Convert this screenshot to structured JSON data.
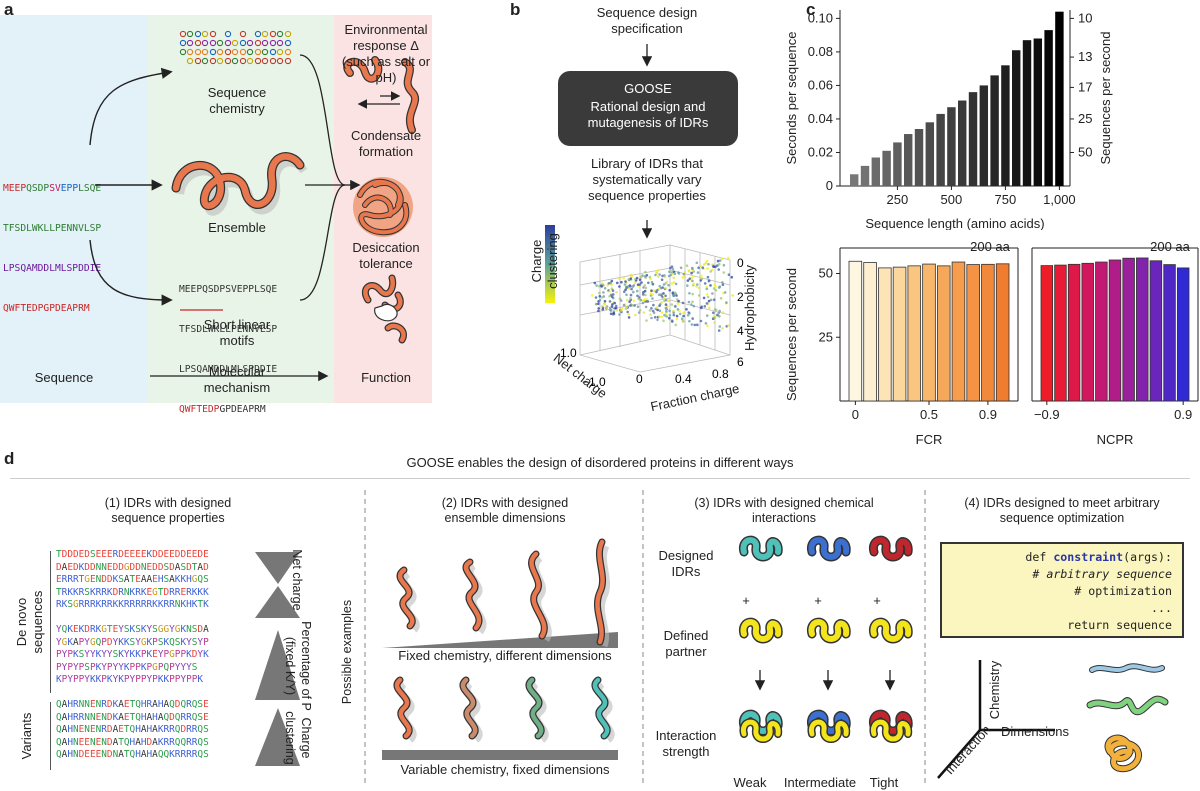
{
  "panel_labels": {
    "a": "a",
    "b": "b",
    "c": "c",
    "d": "d"
  },
  "panel_a": {
    "sequence_lines": [
      [
        "MEEP",
        "QSDP",
        "SV",
        "EPP",
        "LSQE"
      ],
      [
        "TFSDLWKLLPENNVLSP"
      ],
      [
        "LPSQAMDDLMLSPDDIE"
      ],
      [
        "QWFTEDPGPDEAPRM"
      ]
    ],
    "seq_plain": [
      "MEEPQSDPSVEPPLSQE",
      "TFSDLWKLLPENNVLSP",
      "LPSQAMDDLMLSPDDIE",
      "QWFTEDPGPDEAPRM"
    ],
    "sequence_chemistry": "Sequence chemistry",
    "ensemble": "Ensemble",
    "motif_seq": [
      "MEEPQSDPSVEPPLSQE",
      "TFSDLWKLLPENNVLSP",
      "LPSQAMDDLMLSPDDIE"
    ],
    "motif_last_underlined": "QWFTEDP",
    "motif_last_rest": "GPDEAPRM",
    "short_linear_motifs": "Short linear motifs",
    "environmental_response": "Environmental response Δ (such as salt or pH)",
    "condensate_formation": "Condensate formation",
    "desiccation_tolerance": "Desiccation tolerance",
    "sequence": "Sequence",
    "molecular_mechanism": "Molecular mechanism",
    "function": "Function",
    "colors": {
      "blue_bg": "#e3f1f8",
      "green_bg": "#e9f4e8",
      "pink_bg": "#fbe3e3",
      "chain": "#e8774d"
    }
  },
  "panel_b": {
    "spec": "Sequence design specification",
    "box_title": "GOOSE",
    "box_sub": "Rational design and mutagenesis of IDRs",
    "library": "Library of IDRs that systematically vary sequence properties",
    "charge_clustering": "Charge clustering",
    "hydrophobicity": "Hydrophobicity",
    "hyd_ticks": [
      "0",
      "2",
      "4",
      "6"
    ],
    "net_charge": "Net charge",
    "net_ticks": [
      "1.0",
      "−1.0"
    ],
    "fraction_charge": "Fraction charge",
    "frac_ticks": [
      "0",
      "0.4",
      "0.8"
    ]
  },
  "panel_d": {
    "title": "GOOSE enables the design of disordered proteins in different ways",
    "h1": "(1) IDRs with designed sequence properties",
    "h2": "(2) IDRs with designed ensemble dimensions",
    "h3": "(3) IDRs with designed chemical interactions",
    "h4": "(4) IDRs designed to meet arbitrary sequence optimization",
    "de_novo": "De novo sequences",
    "variants": "Variants",
    "net_charge": "Net charge",
    "pct_p": "Percentage of P (fixed K/Y)",
    "charge_clustering": "Charge clustering",
    "possible_examples": "Possible examples",
    "seq_group1": [
      "TDDDEDSEEERDEEEEKDDEEDDEEDE",
      "DAEDKDDNNEDDGDDNEDDSDASDTAD",
      "ERRRTGENDDKSATEAAEHSAKKHGQS",
      "TRKKRSKRRKDRNKRKEGTDRRERKKK",
      "RKSGRRRKRRKKRRRRRKKRRNKHKTK"
    ],
    "seq_group2": [
      "YQKEKDRKGTEYSKSKYSGGYGKNSDA",
      "YGKAPYGQPDYKKSYGKPSKQSKYSYP",
      "PYPKSYYKYYSKYKKPKEYPGPPKDYK",
      "PYPYPSPKYPYYKPPKPGPQPYYYS",
      "KPYPPYKKPKYKPYPPYPKKPPYPPK"
    ],
    "seq_group3": [
      "QAHRNNENRDKAETQHRAHAQDQRQSE",
      "QAHRRNNENDKAETQHAHAQDQRRQSE",
      "QAHNENENRDAETQHAHAKRRQDRRQS",
      "QAHNEENENDATQHAHDAKRRQQRRQS",
      "QAHNDEEENDNATQHAHAQQKRRRRQS"
    ],
    "seq_colors": {
      "D": "#e8443a",
      "E": "#e8443a",
      "K": "#3d5fd6",
      "R": "#3d5fd6",
      "H": "#3d5fd6",
      "Y": "#8a3fb5",
      "N": "#2a9d4a",
      "Q": "#2a9d4a",
      "S": "#2a9d4a",
      "T": "#2a9d4a",
      "G": "#c69a1a",
      "P": "#c0388e",
      "A": "#333333",
      "C": "#333333"
    },
    "fixed_chem": "Fixed chemistry, different dimensions",
    "variable_chem": "Variable chemistry, fixed dimensions",
    "designed_idrs": "Designed IDRs",
    "defined_partner": "Defined partner",
    "interaction_strength": "Interaction strength",
    "plus": "+",
    "weak": "Weak",
    "intermediate": "Intermediate",
    "tight": "Tight",
    "code_lines": [
      "def constraint(args):",
      "# arbitrary sequence",
      "# optimization",
      "...",
      "return sequence"
    ],
    "code_kw": "def",
    "code_fn": "constraint",
    "axis_chemistry": "Chemistry",
    "axis_dimensions": "Dimensions",
    "axis_interaction": "Interaction"
  },
  "chart_data": [
    {
      "type": "bar",
      "x": [
        50,
        100,
        150,
        200,
        250,
        300,
        350,
        400,
        450,
        500,
        550,
        600,
        650,
        700,
        750,
        800,
        850,
        900,
        950,
        1000
      ],
      "values": [
        0.007,
        0.012,
        0.017,
        0.021,
        0.026,
        0.031,
        0.034,
        0.038,
        0.043,
        0.047,
        0.051,
        0.056,
        0.06,
        0.066,
        0.072,
        0.081,
        0.087,
        0.088,
        0.093,
        0.104
      ],
      "xlabel": "Sequence length (amino acids)",
      "ylabel": "Seconds per sequence",
      "ylabel2": "Sequences per second",
      "xticks": [
        "250",
        "500",
        "750",
        "1,000"
      ],
      "yticks": [
        "0",
        "0.02",
        "0.04",
        "0.06",
        "0.08",
        "0.10"
      ],
      "yticks2": [
        "10",
        "13",
        "17",
        "25",
        "50"
      ],
      "ylim": [
        0,
        0.105
      ]
    },
    {
      "type": "bar",
      "annotation": "200 aa",
      "values": [
        54.8,
        54.3,
        52.2,
        52.5,
        53.0,
        53.7,
        53.0,
        54.5,
        53.5,
        53.6,
        53.8
      ],
      "colors": [
        "#fdf6e0",
        "#fdefd0",
        "#fce4b6",
        "#fbd79d",
        "#f9c682",
        "#f8b76a",
        "#f6a85a",
        "#f59d4c",
        "#f49344",
        "#f2883a",
        "#f07d2f"
      ],
      "xlabel": "FCR",
      "ylabel": "Sequences per second",
      "xticks": [
        "0",
        "0.5",
        "0.9"
      ],
      "yticks": [
        "25",
        "50"
      ],
      "ylim": [
        0,
        60
      ]
    },
    {
      "type": "bar",
      "annotation": "200 aa",
      "values": [
        53.1,
        53.3,
        53.6,
        54.0,
        54.5,
        55.3,
        56.0,
        56.1,
        55.0,
        53.5,
        52.2
      ],
      "colors": [
        "#ee1c26",
        "#e81a36",
        "#de1848",
        "#d2185c",
        "#c21a72",
        "#b01d88",
        "#9a209c",
        "#8223ac",
        "#6a25ba",
        "#4f27c7",
        "#2f2ad6"
      ],
      "xlabel": "NCPR",
      "xticks": [
        "−0.9",
        "0.9"
      ],
      "ylim": [
        0,
        60
      ]
    }
  ]
}
